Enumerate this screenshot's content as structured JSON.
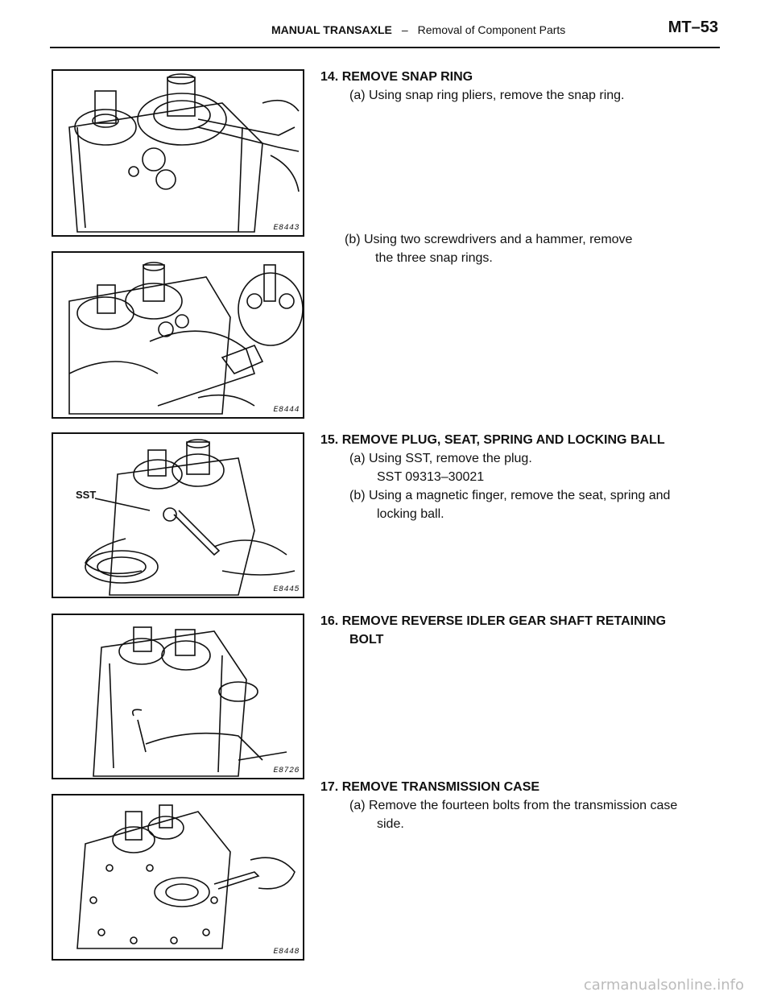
{
  "header": {
    "section": "MANUAL TRANSAXLE",
    "separator": "–",
    "subsection": "Removal of Component Parts",
    "page": "MT–53"
  },
  "figures": [
    {
      "code": "E8443",
      "icon": "snap-ring-pliers-illustration"
    },
    {
      "code": "E8444",
      "icon": "screwdriver-hammer-illustration"
    },
    {
      "code": "E8445",
      "icon": "sst-plug-wrench-illustration",
      "label": "SST"
    },
    {
      "code": "E8726",
      "icon": "idler-bolt-wrench-illustration"
    },
    {
      "code": "E8448",
      "icon": "case-bolts-wrench-illustration"
    }
  ],
  "steps": {
    "s14": {
      "title": "14. REMOVE SNAP RING",
      "a": "(a) Using snap ring pliers, remove the snap ring.",
      "b_line1": "(b) Using two screwdrivers and a hammer, remove",
      "b_line2": "the three snap rings."
    },
    "s15": {
      "title": "15. REMOVE PLUG, SEAT, SPRING AND LOCKING BALL",
      "a": "(a) Using SST, remove the plug.",
      "sst": "SST 09313–30021",
      "b_line1": "(b) Using a magnetic finger, remove the seat, spring and",
      "b_line2": "locking ball."
    },
    "s16": {
      "title_line1": "16. REMOVE REVERSE IDLER GEAR SHAFT RETAINING",
      "title_line2": "BOLT"
    },
    "s17": {
      "title": "17. REMOVE TRANSMISSION CASE",
      "a_line1": "(a) Remove the fourteen bolts from the transmission case",
      "a_line2": "side."
    }
  },
  "watermark": "carmanualsonline.info"
}
